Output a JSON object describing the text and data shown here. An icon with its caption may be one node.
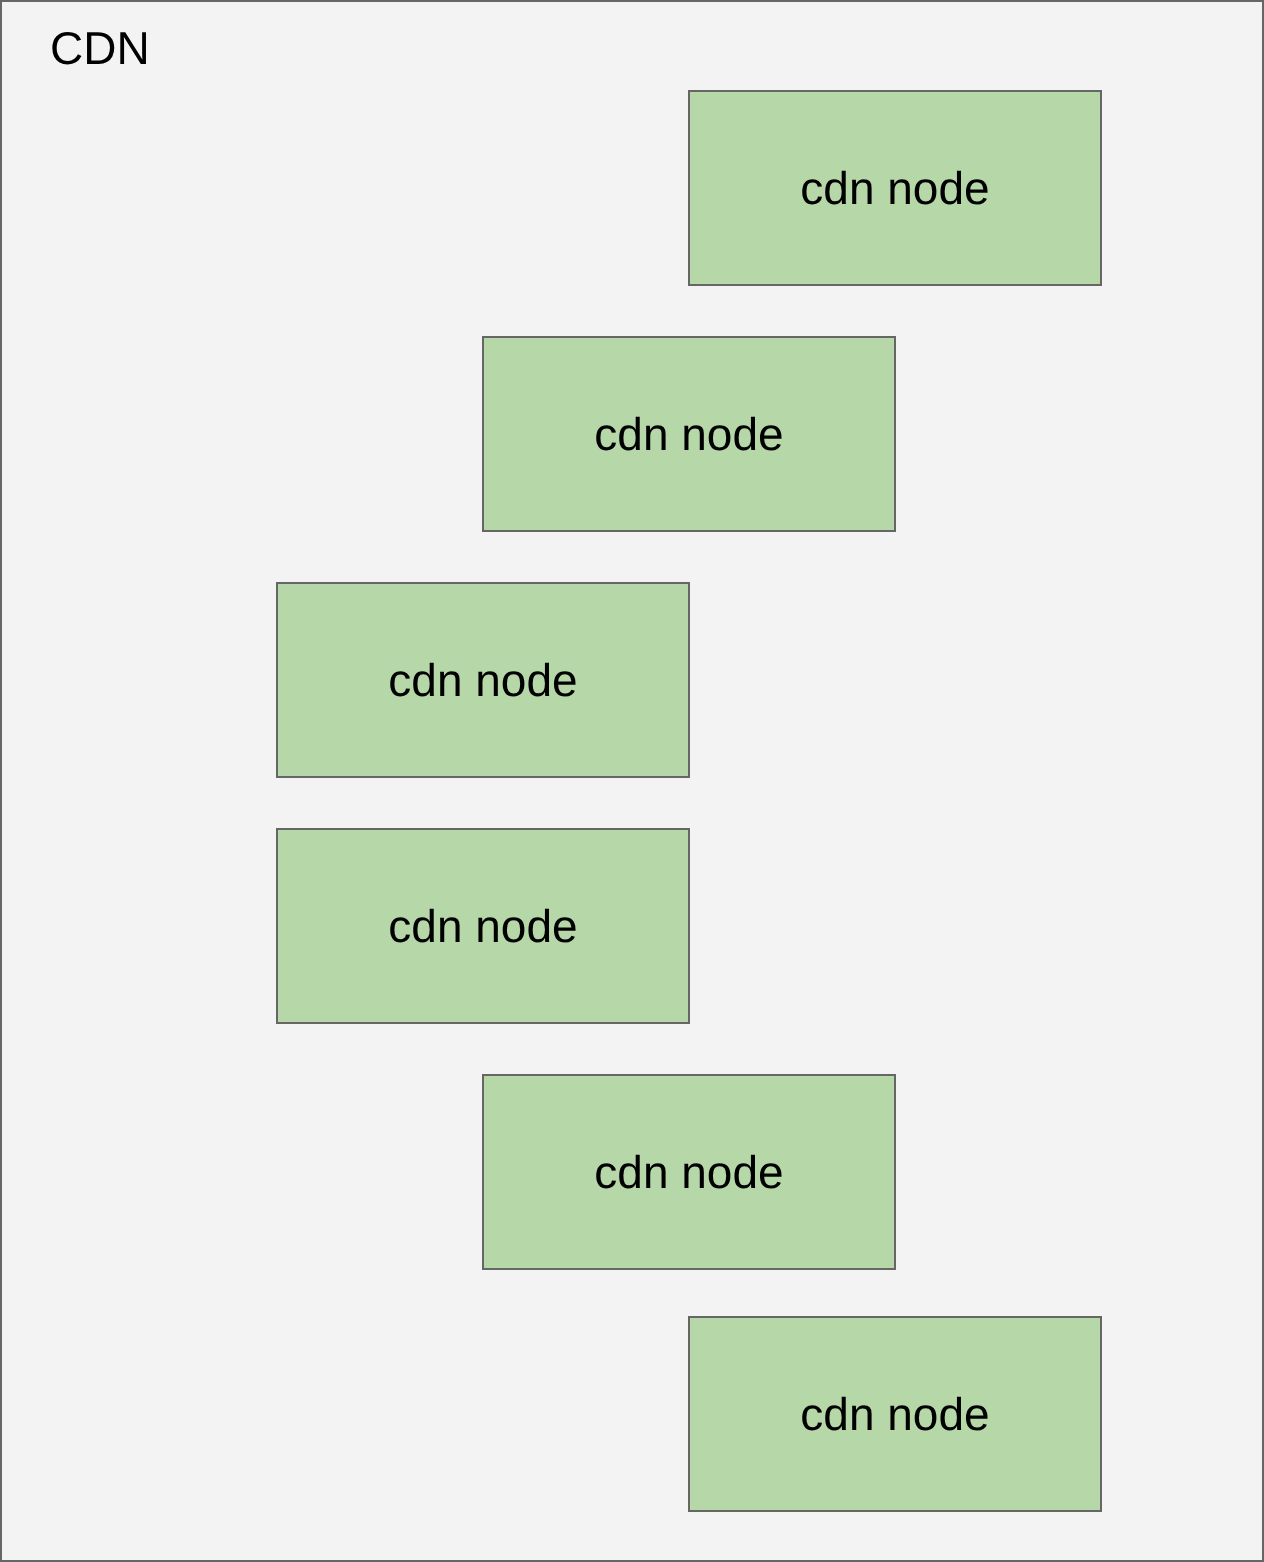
{
  "diagram": {
    "nodes": [
      {
        "text": [
          "CDN"
        ]
      },
      {
        "text": [
          "cdn node"
        ],
        "in": 0
      },
      {
        "text": [
          "cdn node"
        ],
        "in": 0
      },
      {
        "text": [
          "cdn node"
        ],
        "in": 0
      },
      {
        "text": [
          "cdn node"
        ],
        "in": 0
      },
      {
        "text": [
          "cdn node"
        ],
        "in": 0
      },
      {
        "text": [
          "cdn node"
        ],
        "in": 0
      }
    ]
  }
}
